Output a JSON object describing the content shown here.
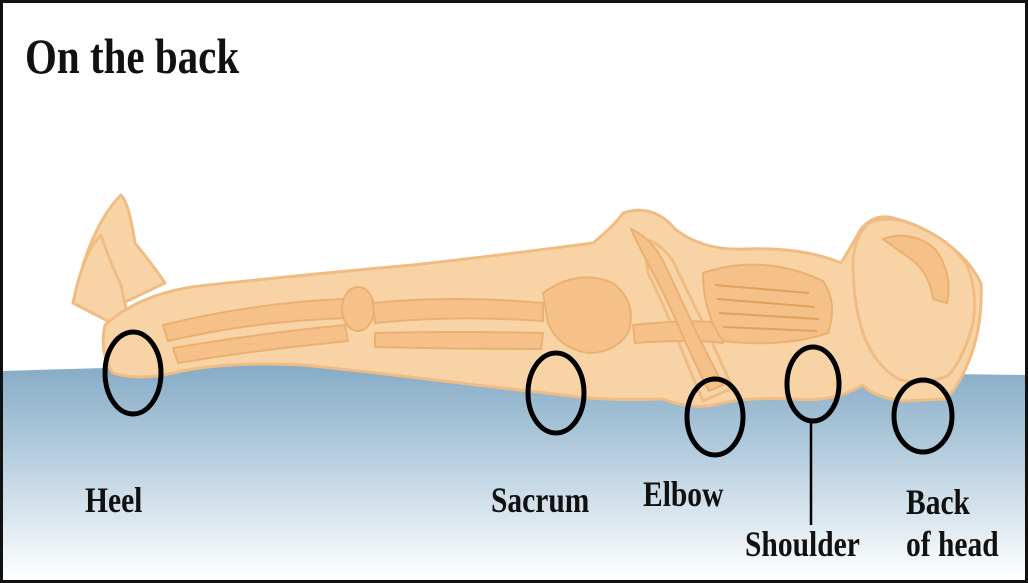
{
  "title": "On the back",
  "pressure_points": [
    {
      "name": "heel",
      "label": "Heel"
    },
    {
      "name": "sacrum",
      "label": "Sacrum"
    },
    {
      "name": "elbow",
      "label": "Elbow"
    },
    {
      "name": "shoulder",
      "label": "Shoulder"
    },
    {
      "name": "back-of-head",
      "label_line1": "Back",
      "label_line2": "of head"
    }
  ],
  "colors": {
    "body_fill": "#f8d3a6",
    "body_outline": "#eeb77a",
    "bone_fill": "#f6c189",
    "surface_top": "#8fb3cc",
    "surface_bottom": "#ffffff",
    "marker": "#000000"
  }
}
